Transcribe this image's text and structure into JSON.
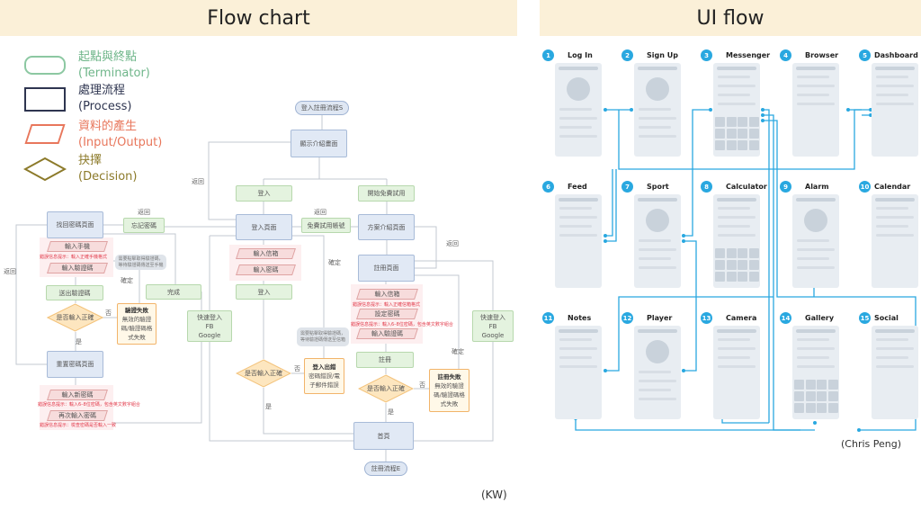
{
  "left_panel": {
    "title": "Flow chart",
    "credit": "(KW)"
  },
  "right_panel": {
    "title": "UI flow",
    "credit": "(Chris Peng)"
  },
  "legend": [
    {
      "name": "起點與終點",
      "en": "(Terminator)",
      "color": "#6fb68a"
    },
    {
      "name": "處理流程",
      "en": "(Process)",
      "color": "#2e3550"
    },
    {
      "name": "資料的產生",
      "en": "(Input/Output)",
      "color": "#e8775c"
    },
    {
      "name": "抉擇",
      "en": "(Decision)",
      "color": "#8c7a2a"
    }
  ],
  "flowchart": {
    "nodes": [
      {
        "id": "start",
        "type": "terminator",
        "text": "登入註冊流程S"
      },
      {
        "id": "intro",
        "type": "process",
        "text": "顯示介紹畫面"
      },
      {
        "id": "btn_login",
        "type": "action",
        "text": "登入"
      },
      {
        "id": "btn_trial",
        "type": "action",
        "text": "開始免費試用"
      },
      {
        "id": "login_page",
        "type": "process",
        "text": "登入頁面"
      },
      {
        "id": "trial_account",
        "type": "action",
        "text": "免費試用帳號"
      },
      {
        "id": "plan_page",
        "type": "process",
        "text": "方案介紹頁面"
      },
      {
        "id": "register_page",
        "type": "process",
        "text": "註冊頁面"
      },
      {
        "id": "recover_page",
        "type": "process",
        "text": "找回密碼頁面"
      },
      {
        "id": "forgot_pw",
        "type": "action",
        "text": "忘記密碼"
      },
      {
        "id": "in_phone",
        "type": "io",
        "text": "輸入手機"
      },
      {
        "id": "err_phone",
        "type": "error",
        "text": "錯誤信息提示：輸入正確手機格式"
      },
      {
        "id": "in_code1",
        "type": "io",
        "text": "輸入驗證碼"
      },
      {
        "id": "note_sms",
        "type": "note",
        "text": "需要點擊取得驗證碼，\n等待驗證碼傳送至手機"
      },
      {
        "id": "send_code",
        "type": "action",
        "text": "送出驗證碼"
      },
      {
        "id": "done",
        "type": "action",
        "text": "完成"
      },
      {
        "id": "dec1",
        "type": "decision",
        "text": "是否輸入正確"
      },
      {
        "id": "fail_verify",
        "type": "fail",
        "title": "驗證失敗",
        "text": "無效的驗證\n碼/驗證碼格\n式失敗"
      },
      {
        "id": "reset_page",
        "type": "process",
        "text": "重置密碼頁面"
      },
      {
        "id": "in_newpw",
        "type": "io",
        "text": "輸入新密碼"
      },
      {
        "id": "err_newpw",
        "type": "error",
        "text": "錯誤信息提示：輸入6–8位密碼，包含英文數字組合"
      },
      {
        "id": "in_repw",
        "type": "io",
        "text": "再次輸入密碼"
      },
      {
        "id": "err_repw",
        "type": "error",
        "text": "錯誤信息提示：檢查密碼是否輸入一致"
      },
      {
        "id": "quick_left",
        "type": "action",
        "text": "快速登入\nFB\nGoogle"
      },
      {
        "id": "in_email1",
        "type": "io",
        "text": "輸入信箱"
      },
      {
        "id": "in_pw1",
        "type": "io",
        "text": "輸入密碼"
      },
      {
        "id": "btn_login2",
        "type": "action",
        "text": "登入"
      },
      {
        "id": "dec2",
        "type": "decision",
        "text": "是否輸入正確"
      },
      {
        "id": "fail_login",
        "type": "fail",
        "title": "登入出錯",
        "text": "密碼錯誤/電\n子郵件錯誤"
      },
      {
        "id": "in_email2",
        "type": "io",
        "text": "輸入信箱"
      },
      {
        "id": "err_email2",
        "type": "error",
        "text": "錯誤信息提示：輸入正確信箱格式"
      },
      {
        "id": "set_pw",
        "type": "io",
        "text": "設定密碼"
      },
      {
        "id": "err_setpw",
        "type": "error",
        "text": "錯誤信息提示：輸入6–8位密碼，包含英文數字組合"
      },
      {
        "id": "in_code2",
        "type": "io",
        "text": "輸入驗證碼"
      },
      {
        "id": "note_mail",
        "type": "note",
        "text": "需要點擊取得驗證碼，\n等待驗證碼傳送至信箱"
      },
      {
        "id": "btn_register",
        "type": "action",
        "text": "註冊"
      },
      {
        "id": "dec3",
        "type": "decision",
        "text": "是否輸入正確"
      },
      {
        "id": "fail_register",
        "type": "fail",
        "title": "註冊失敗",
        "text": "無效的驗證\n碼/驗證碼格\n式失敗"
      },
      {
        "id": "quick_right",
        "type": "action",
        "text": "快速登入\nFB\nGoogle"
      },
      {
        "id": "home",
        "type": "process",
        "text": "首頁"
      },
      {
        "id": "end",
        "type": "terminator",
        "text": "註冊流程E"
      }
    ],
    "edge_labels": [
      {
        "id": "back_intro",
        "text": "返回"
      },
      {
        "id": "back_trial",
        "text": "返回"
      },
      {
        "id": "back_forgot",
        "text": "返回"
      },
      {
        "id": "back_plan",
        "text": "返回"
      },
      {
        "id": "back_left",
        "text": "返回"
      },
      {
        "id": "ok1",
        "text": "確定"
      },
      {
        "id": "ok2",
        "text": "確定"
      },
      {
        "id": "ok3",
        "text": "確定"
      },
      {
        "id": "no1",
        "text": "否"
      },
      {
        "id": "yes1",
        "text": "是"
      },
      {
        "id": "no2",
        "text": "否"
      },
      {
        "id": "yes2",
        "text": "是"
      },
      {
        "id": "no3",
        "text": "否"
      },
      {
        "id": "yes3",
        "text": "是"
      }
    ]
  },
  "ui_flow": {
    "accent": "#29a8e0",
    "screens": [
      {
        "num": "1",
        "label": "Log In"
      },
      {
        "num": "2",
        "label": "Sign Up"
      },
      {
        "num": "3",
        "label": "Messenger"
      },
      {
        "num": "4",
        "label": "Browser"
      },
      {
        "num": "5",
        "label": "Dashboard"
      },
      {
        "num": "6",
        "label": "Feed"
      },
      {
        "num": "7",
        "label": "Sport"
      },
      {
        "num": "8",
        "label": "Calculator"
      },
      {
        "num": "9",
        "label": "Alarm"
      },
      {
        "num": "10",
        "label": "Calendar"
      },
      {
        "num": "11",
        "label": "Notes"
      },
      {
        "num": "12",
        "label": "Player"
      },
      {
        "num": "13",
        "label": "Camera"
      },
      {
        "num": "14",
        "label": "Gallery"
      },
      {
        "num": "15",
        "label": "Social"
      }
    ]
  }
}
